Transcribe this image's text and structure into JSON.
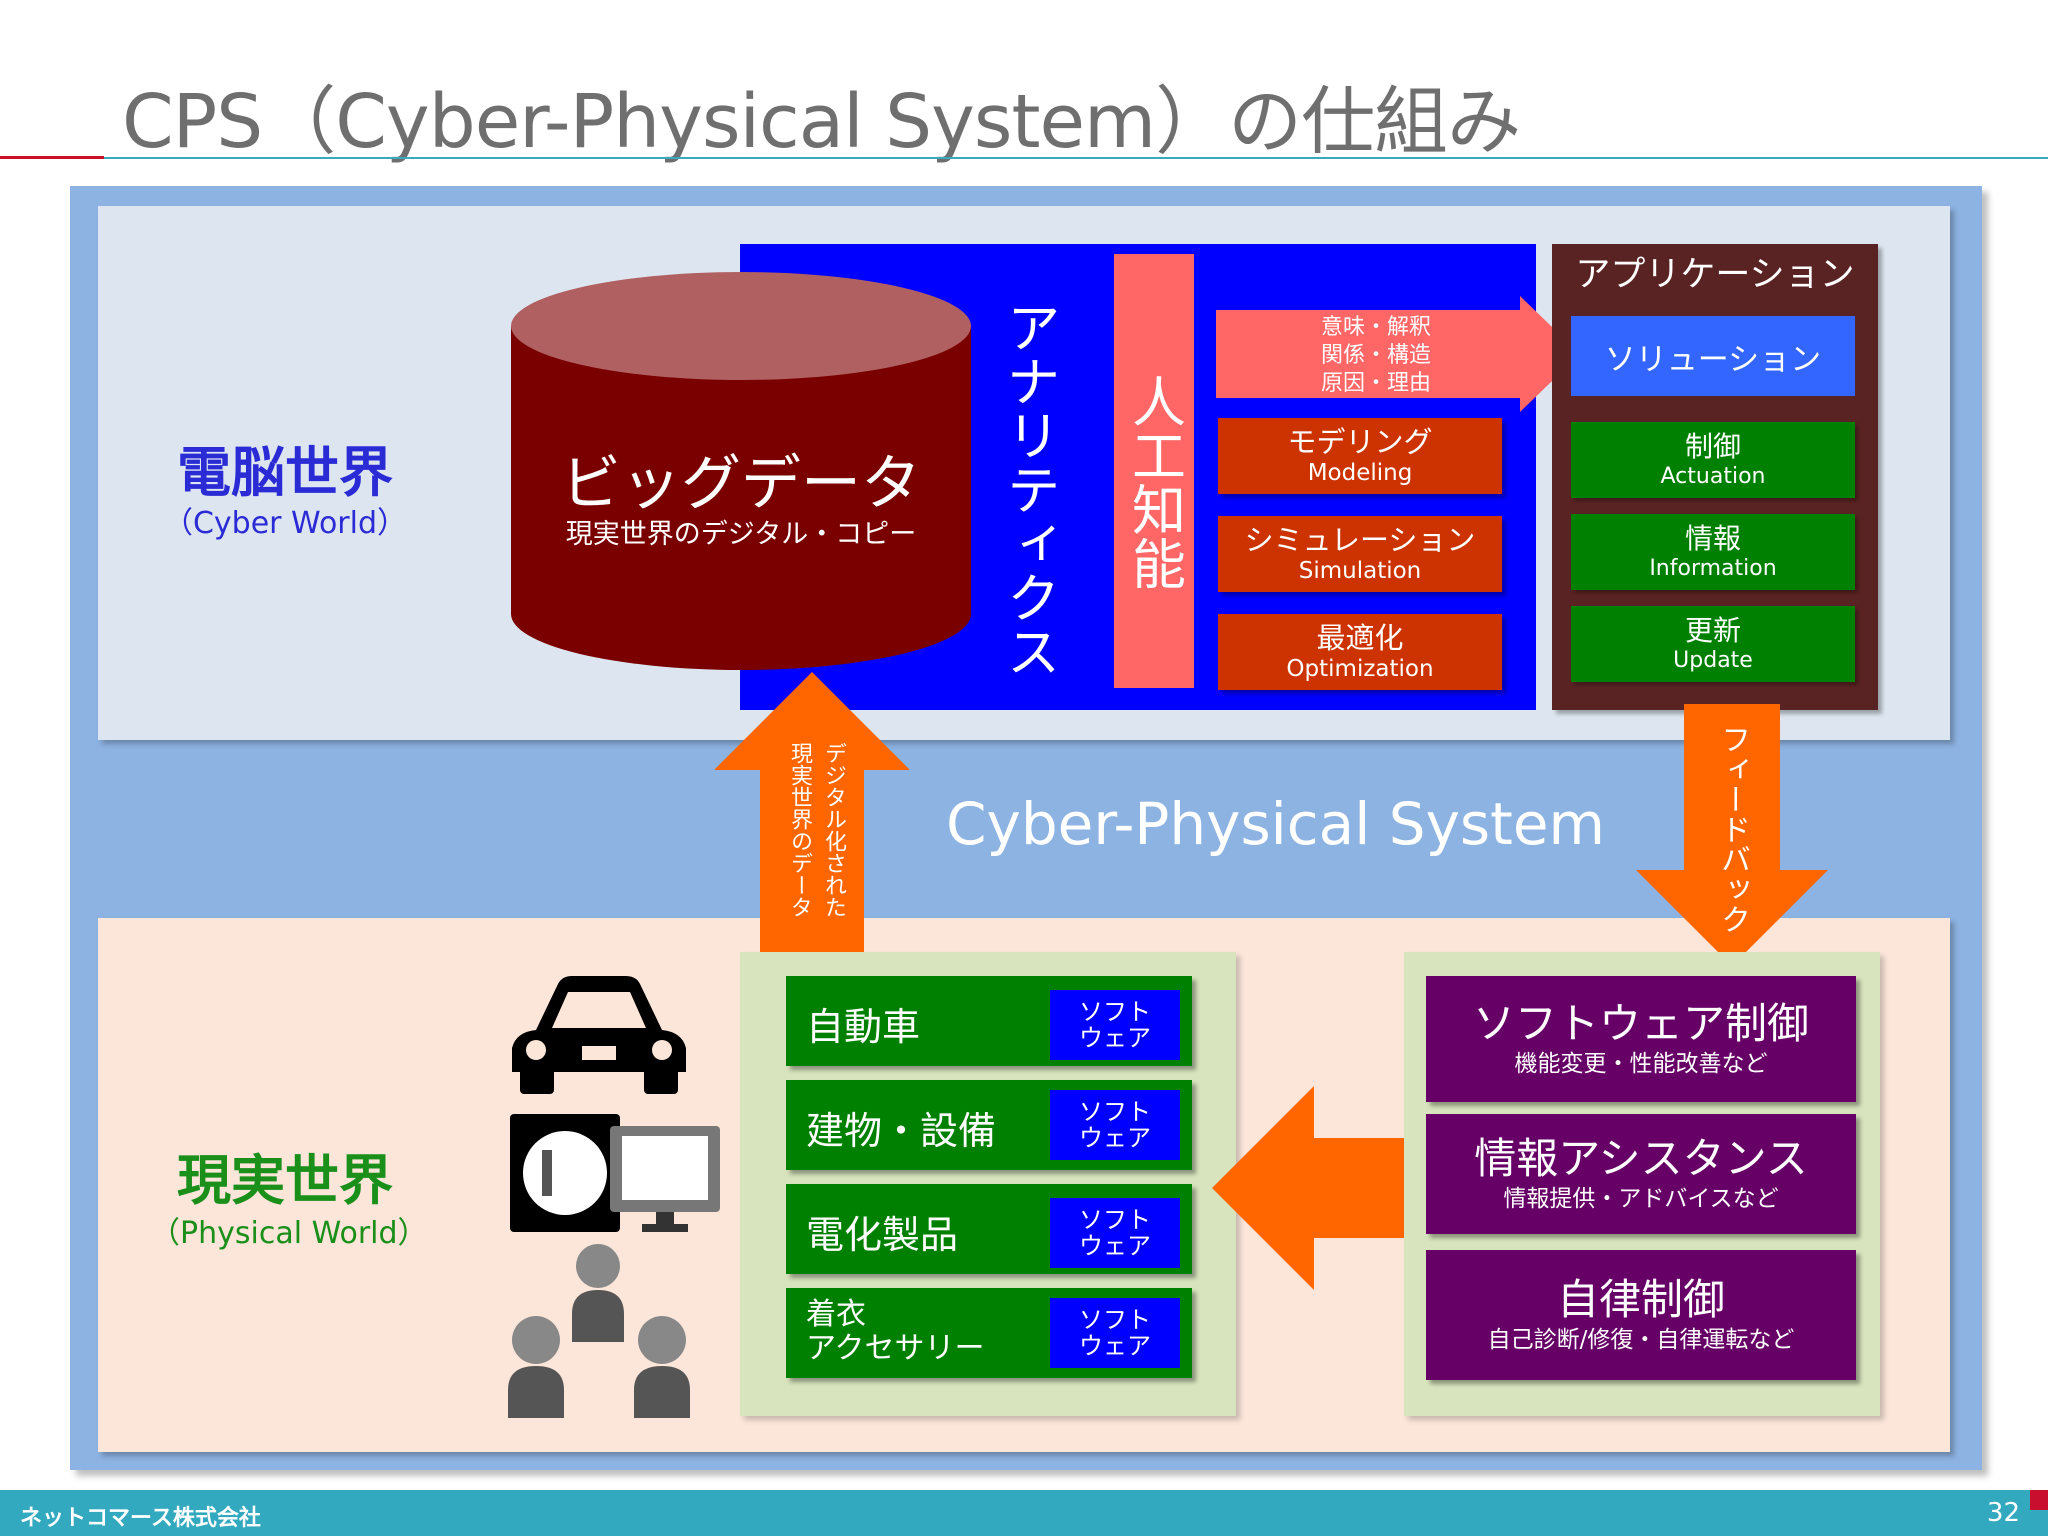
{
  "title": "CPS（Cyber-Physical System）の仕組み",
  "cyber_world": {
    "title": "電脳世界",
    "subtitle": "（Cyber World）"
  },
  "physical_world": {
    "title": "現実世界",
    "subtitle": "（Physical World）"
  },
  "big_data": {
    "title": "ビッグデータ",
    "subtitle": "現実世界のデジタル・コピー"
  },
  "analytics": {
    "label": "アナリティクス",
    "ai_label": "人工知能"
  },
  "meaning_arrow": {
    "lines": [
      "意味・解釈",
      "関係・構造",
      "原因・理由"
    ]
  },
  "methods": [
    {
      "jp": "モデリング",
      "en": "Modeling"
    },
    {
      "jp": "シミュレーション",
      "en": "Simulation"
    },
    {
      "jp": "最適化",
      "en": "Optimization"
    }
  ],
  "application": {
    "title": "アプリケーション",
    "solution": "ソリューション",
    "items": [
      {
        "jp": "制御",
        "en": "Actuation"
      },
      {
        "jp": "情報",
        "en": "Information"
      },
      {
        "jp": "更新",
        "en": "Update"
      }
    ]
  },
  "cps_label": "Cyber-Physical System",
  "upload_arrow": {
    "text_line1": "デジタル化された",
    "text_line2": "現実世界のデータ"
  },
  "feedback_arrow": {
    "text": "フィードバック"
  },
  "devices": [
    {
      "label": "自動車",
      "sw_line1": "ソフト",
      "sw_line2": "ウェア"
    },
    {
      "label": "建物・設備",
      "sw_line1": "ソフト",
      "sw_line2": "ウェア"
    },
    {
      "label": "電化製品",
      "sw_line1": "ソフト",
      "sw_line2": "ウェア"
    },
    {
      "label_line1": "着衣",
      "label_line2": "アクセサリー",
      "sw_line1": "ソフト",
      "sw_line2": "ウェア"
    }
  ],
  "controls": [
    {
      "title": "ソフトウェア制御",
      "sub": "機能変更・性能改善など"
    },
    {
      "title": "情報アシスタンス",
      "sub": "情報提供・アドバイスなど"
    },
    {
      "title": "自律制御",
      "sub": "自己診断/修復・自律運転など"
    }
  ],
  "footer": {
    "company": "ネットコマース株式会社",
    "page": "32"
  },
  "colors": {
    "analytics_bg": "#0000ff",
    "big_data": "#7a0000",
    "method_box": "#cc3300",
    "app_panel": "#5a2323",
    "green": "#008000",
    "purple": "#660066",
    "orange_arrow": "#ff6600",
    "footer": "#33a9bf"
  }
}
